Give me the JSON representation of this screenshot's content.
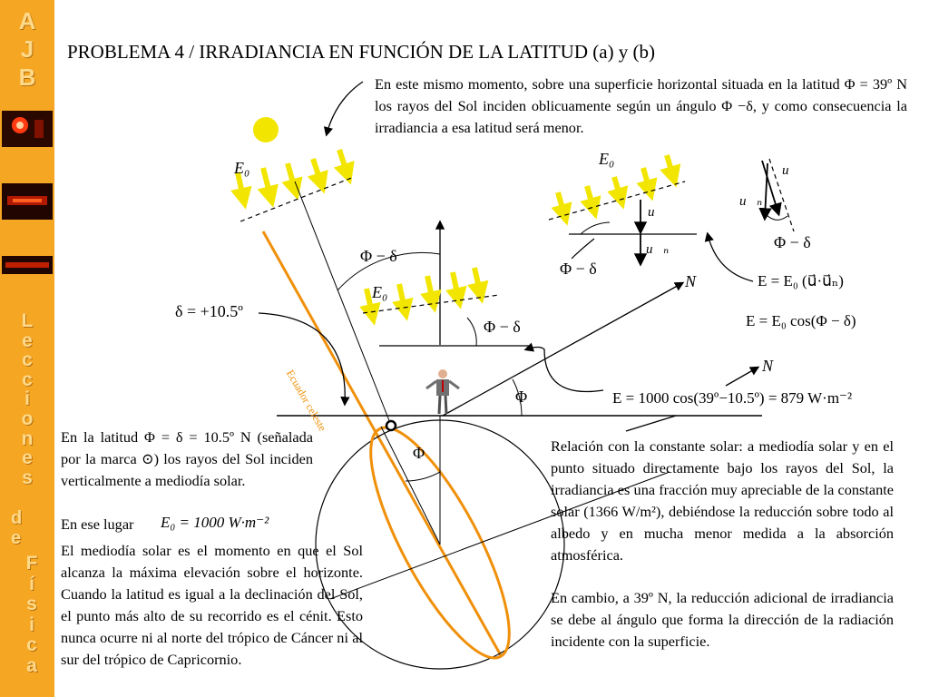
{
  "sidebar": {
    "letters_top": [
      "A",
      "J",
      "B"
    ],
    "letters_mid": [
      "L",
      "e",
      "c",
      "c",
      "i",
      "o",
      "n",
      "e",
      "s"
    ],
    "de": [
      "d",
      "e"
    ],
    "letters_bottom": [
      "F",
      "í",
      "s",
      "i",
      "c",
      "a"
    ]
  },
  "title": "PROBLEMA 4 / IRRADIANCIA EN FUNCIÓN DE LA LATITUD  (a) y (b)",
  "text_top_right": "En este mismo momento, sobre una superficie horizontal situada en la latitud Φ = 39º N los rayos del Sol inciden oblicuamente según un ángulo Φ −δ, y como consecuencia la irradiancia a esa latitud será menor.",
  "text_left_1": "En la latitud Φ = δ = 10.5º N (señalada por la marca ⊙) los rayos del Sol inciden verticalmente a mediodía solar.",
  "text_left_2": "En ese lugar",
  "eq_e0_1000": "E₀ = 1000 W·m⁻²",
  "text_left_3": "El mediodía solar es el momento en que el Sol alcanza la máxima elevación sobre el horizonte. Cuando la latitud es igual a la declinación del Sol, el punto más alto de su recorrido es el cénit. Esto nunca ocurre ni al norte del trópico de Cáncer ni al sur del trópico de Capricornio.",
  "text_right_1": "Relación con la constante solar: a mediodía solar y en el punto situado directamente bajo los rayos del Sol, la irradiancia es una fracción muy apreciable de la constante solar (1366 W/m²), debiéndose la reducción sobre todo al albedo y en mucha menor medida a la absorción atmosférica.",
  "text_right_2": "En cambio, a 39º N, la reducción adicional de irradiancia se debe al ángulo que forma la dirección de la radiación incidente con la superficie.",
  "labels": {
    "e0": "E₀",
    "phi_minus_delta": "Φ − δ",
    "delta_value": "δ = +10.5º",
    "phi": "Φ",
    "n": "N",
    "u": "u⃗",
    "un": "u⃗ₙ",
    "ecuador": "Ecuador celeste",
    "eq_dot": "E = E₀ (u⃗·u⃗ₙ)",
    "eq_cos": "E = E₀ cos(Φ − δ)",
    "eq_result": "E = 1000 cos(39º−10.5º) = 879 W·m⁻²"
  },
  "colors": {
    "sidebar": "#f5a623",
    "sun": "#f2e600",
    "arrow": "#f2e600",
    "ecuador": "#f0900a",
    "line": "#000000"
  }
}
